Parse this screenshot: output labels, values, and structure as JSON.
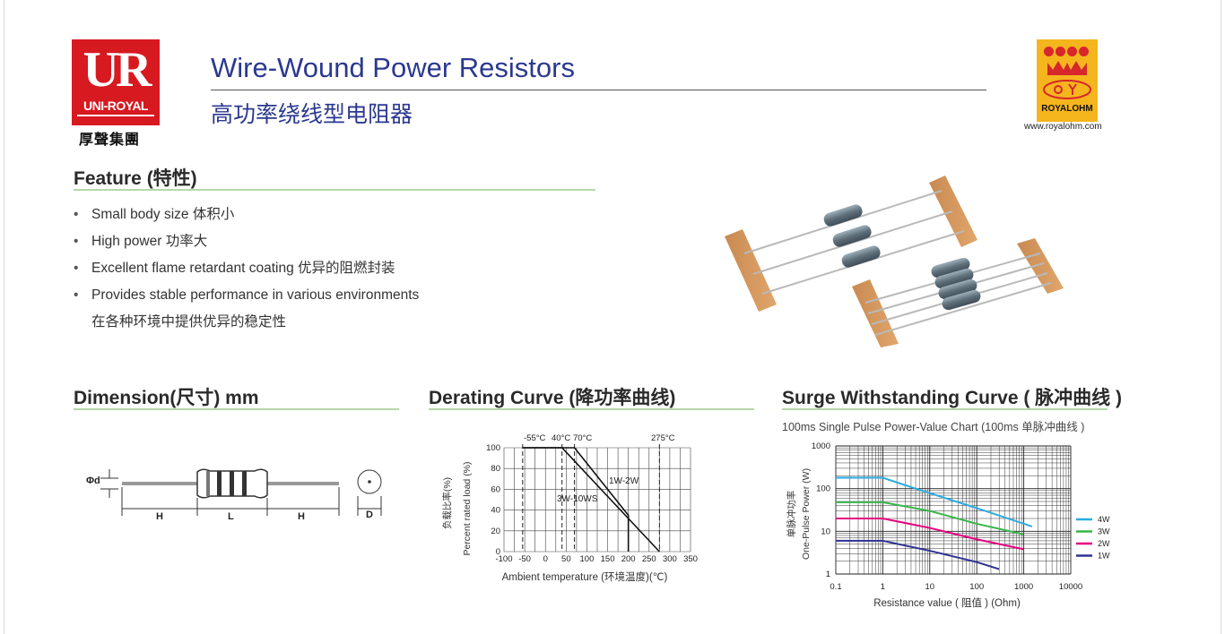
{
  "header": {
    "brand_left_logo_text": "UR",
    "brand_left_name": "UNI-ROYAL",
    "brand_left_cn": "厚聲集團",
    "title_en": "Wire-Wound Power Resistors",
    "title_cn": "高功率绕线型电阻器",
    "brand_right_name": "ROYALOHM",
    "brand_right_url": "www.royalohm.com"
  },
  "feature": {
    "heading": "Feature (特性)",
    "items": [
      "Small body size 体积小",
      "High power 功率大",
      "Excellent flame retardant coating 优异的阻燃封装",
      "Provides stable performance in various environments",
      "在各种环境中提供优异的稳定性"
    ]
  },
  "dimension": {
    "heading": "Dimension(尺寸) mm",
    "labels": {
      "d": "Φd",
      "H": "H",
      "L": "L",
      "Hr": "H",
      "D": "D"
    }
  },
  "derating": {
    "heading": "Derating Curve  (降功率曲线)",
    "ylabel_en": "Percent rated load (%)",
    "ylabel_cn": "负载比率(%)",
    "xlabel": "Ambient temperature (环境温度)(℃)",
    "top_labels": [
      "-55°C",
      "40°C",
      "70°C",
      "275°C"
    ],
    "series_labels": [
      "1W-2W",
      "3W-10WS"
    ]
  },
  "surge": {
    "heading": "Surge Withstanding Curve ( 脉冲曲线 )",
    "subtitle": "100ms Single Pulse Power-Value Chart (100ms 单脉冲曲线 )",
    "ylabel_en": "One-Pulse Power (W)",
    "ylabel_cn": "单脉冲功率",
    "xlabel": "Resistance value ( 阻值 ) (Ohm)"
  },
  "colors": {
    "title_blue": "#2b3990",
    "section_underline": "#b6d7a8",
    "ur_red": "#d71920",
    "roy_yellow": "#f5b51d",
    "surge_4w": "#29abe2",
    "surge_3w": "#39b54a",
    "surge_2w": "#e6007e",
    "surge_1w": "#2e3192"
  },
  "chart_data": [
    {
      "type": "line",
      "title": "Derating Curve (降功率曲线)",
      "xlabel": "Ambient temperature (环境温度)(℃)",
      "ylabel": "Percent rated load (%)",
      "xlim": [
        -100,
        350
      ],
      "ylim": [
        0,
        100
      ],
      "x_ticks": [
        -100,
        -50,
        0,
        50,
        100,
        150,
        200,
        250,
        300,
        350
      ],
      "y_ticks": [
        0,
        20,
        40,
        60,
        80,
        100
      ],
      "grid": true,
      "series": [
        {
          "name": "1W-2W",
          "x": [
            -55,
            40,
            70,
            200,
            200
          ],
          "y": [
            100,
            100,
            100,
            35,
            0
          ]
        },
        {
          "name": "3W-10WS",
          "x": [
            -55,
            40,
            275
          ],
          "y": [
            100,
            100,
            0
          ]
        }
      ]
    },
    {
      "type": "line",
      "title": "100ms Single Pulse Power-Value Chart (100ms 单脉冲曲线 )",
      "xlabel": "Resistance value ( 阻值 ) (Ohm)",
      "ylabel": "One-Pulse Power (W)",
      "xscale": "log",
      "yscale": "log",
      "xlim": [
        0.1,
        10000
      ],
      "ylim": [
        1,
        1000
      ],
      "x_ticks": [
        "0.1",
        "1",
        "10",
        "100",
        "1000",
        "10000"
      ],
      "y_ticks": [
        "1",
        "10",
        "100",
        "1000"
      ],
      "grid": true,
      "legend": "right",
      "series": [
        {
          "name": "4W",
          "x": [
            0.1,
            1,
            5,
            100,
            1500
          ],
          "y": [
            180,
            180,
            100,
            35,
            13
          ]
        },
        {
          "name": "3W",
          "x": [
            0.1,
            1,
            10,
            100,
            1000
          ],
          "y": [
            48,
            48,
            30,
            15,
            8.5
          ]
        },
        {
          "name": "2W",
          "x": [
            0.1,
            1,
            10,
            100,
            1000
          ],
          "y": [
            20,
            20,
            12,
            6.5,
            3.8
          ]
        },
        {
          "name": "1W",
          "x": [
            0.1,
            1,
            10,
            100,
            300
          ],
          "y": [
            6,
            6,
            3.5,
            1.9,
            1.3
          ]
        }
      ]
    }
  ]
}
